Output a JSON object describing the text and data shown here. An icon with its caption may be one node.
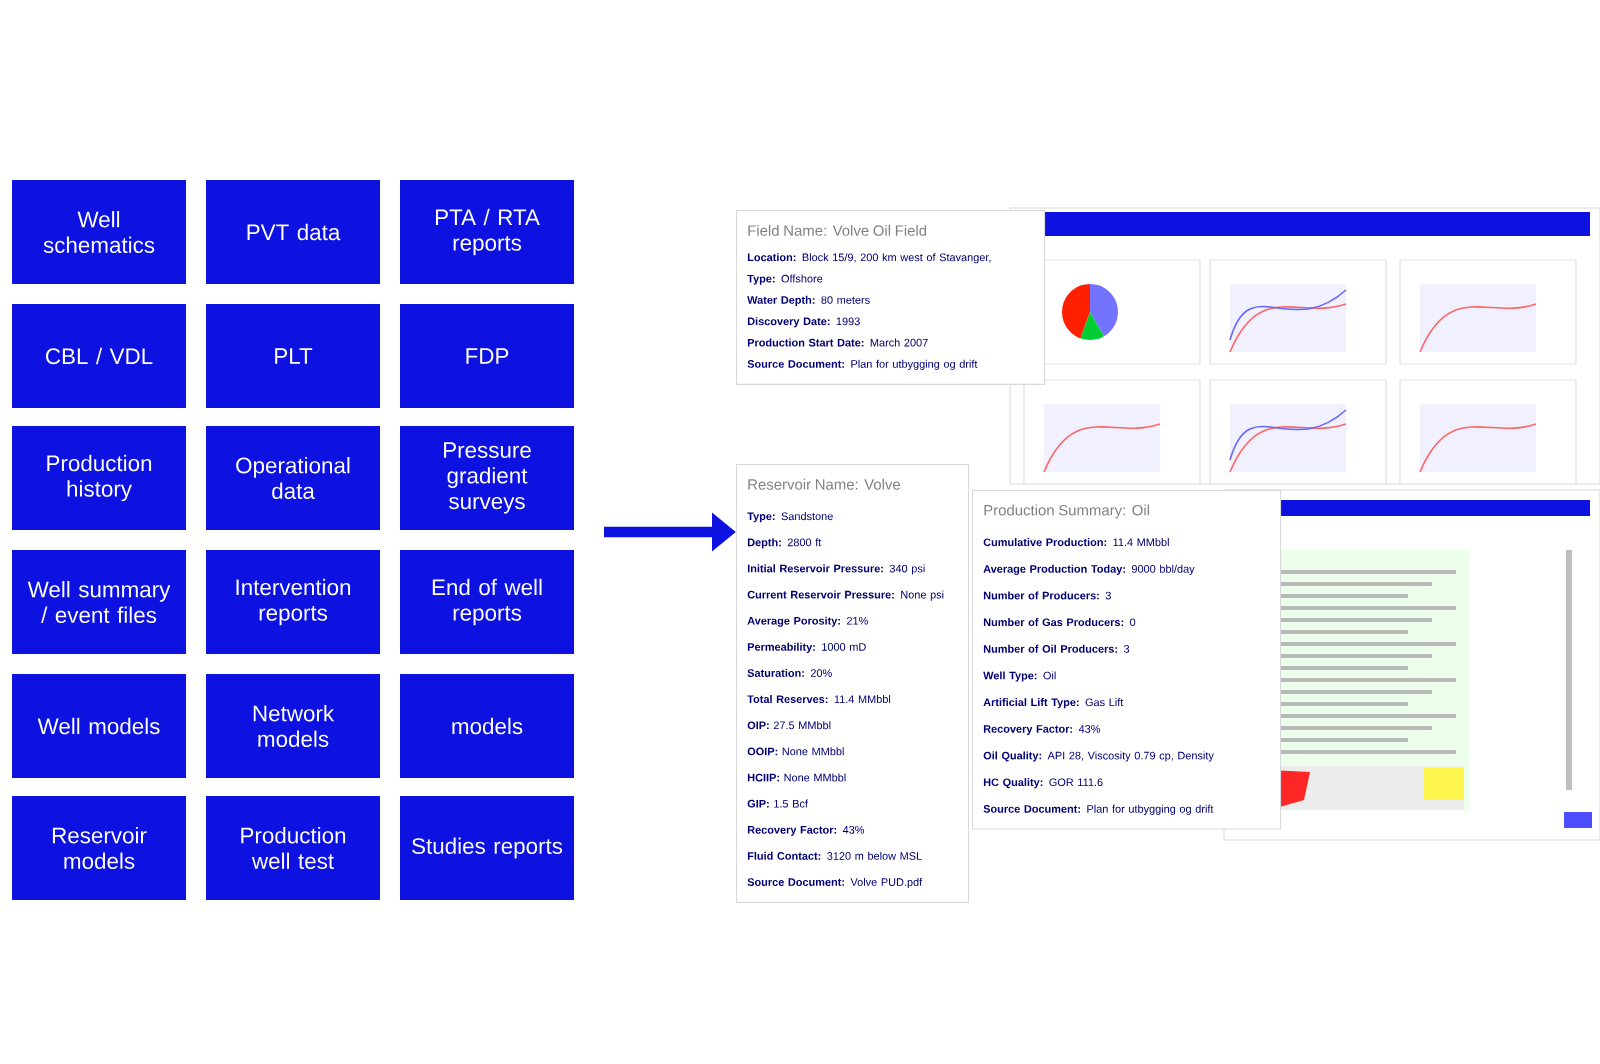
{
  "diagram": {
    "nodes": [
      {
        "text": [
          "Well schematics"
        ]
      },
      {
        "text": [
          "PVT data"
        ]
      },
      {
        "text": [
          "PTA / RTA reports"
        ]
      },
      {
        "text": [
          "CBL / VDL"
        ]
      },
      {
        "text": [
          "PLT"
        ]
      },
      {
        "text": [
          "FDP"
        ]
      },
      {
        "text": [
          "Production history"
        ]
      },
      {
        "text": [
          "Operational data"
        ]
      },
      {
        "text": [
          "Pressure gradient surveys"
        ]
      },
      {
        "text": [
          "Well summary / event files"
        ]
      },
      {
        "text": [
          "Intervention reports"
        ]
      },
      {
        "text": [
          "End of well reports"
        ]
      },
      {
        "text": [
          "Well models"
        ]
      },
      {
        "text": [
          "Network models"
        ]
      },
      {
        "text": [
          "models"
        ]
      },
      {
        "text": [
          "Reservoir models"
        ]
      },
      {
        "text": [
          "Production well test"
        ]
      },
      {
        "text": [
          "Studies reports"
        ]
      },
      {
        "text": [
          "Field Name: Volve Oil Field",
          "**Location:** Block 15/9, 200 km west of Stavanger,",
          "**Type:** Offshore",
          "**Water Depth:** 80 meters",
          "**Discovery Date:** 1993",
          "**Production Start Date:** March 2007",
          "**Source Document:** Plan for utbygging og drift"
        ]
      },
      {
        "text": [
          "Reservoir Name: Volve",
          "**Type:** Sandstone",
          "**Depth:** 2800 ft",
          "**Initial Reservoir Pressure:** 340 psi",
          "**Current Reservoir Pressure:** None psi",
          "**Average Porosity:** 21%",
          "**Permeability:** 1000 mD",
          "**Saturation:** 20%",
          "**Total Reserves:** 11.4 MMbbl",
          "**OIP:** 27.5 MMbbl",
          "**OOIP:** None MMbbl",
          "**HCIIP:** None MMbbl",
          "**GIP:** 1.5 Bcf",
          "**Recovery Factor:** 43%",
          "**Fluid Contact:** 3120 m below MSL",
          "**Source Document:** Volve PUD.pdf"
        ]
      },
      {
        "text": [
          "Production Summary: Oil",
          "**Cumulative Production:** 11.4 MMbbl",
          "**Average Production Today:** 9000 bbl/day",
          "**Number of Producers:** 3",
          "**Number of Gas Producers:** 0",
          "**Number of Oil Producers:** 3",
          "**Well Type:** Oil",
          "**Artificial Lift Type:** Gas Lift",
          "**Recovery Factor:** 43%",
          "**Oil Quality:** API 28, Viscosity 0.79 cp, Density",
          "**HC Quality:** GOR 111.6",
          "**Source Document:** Plan for utbygging og drift"
        ]
      }
    ],
    "edges": [
      {
        "from": null,
        "to": 19,
        "arrow": "to"
      }
    ]
  }
}
